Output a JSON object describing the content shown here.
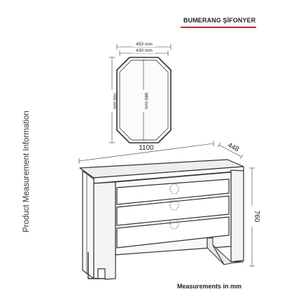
{
  "title": "BUMERANG ŞİFONYER",
  "side_label": "Product Measurement Information",
  "footer": "Measurements in mm",
  "accent_color": "#d42027",
  "mirror": {
    "outer_width": "450 mm",
    "inner_width": "430 mm",
    "outer_height": "700 mm",
    "inner_height": "680 mm"
  },
  "cabinet": {
    "width": "1100",
    "depth": "448",
    "height": "760"
  }
}
